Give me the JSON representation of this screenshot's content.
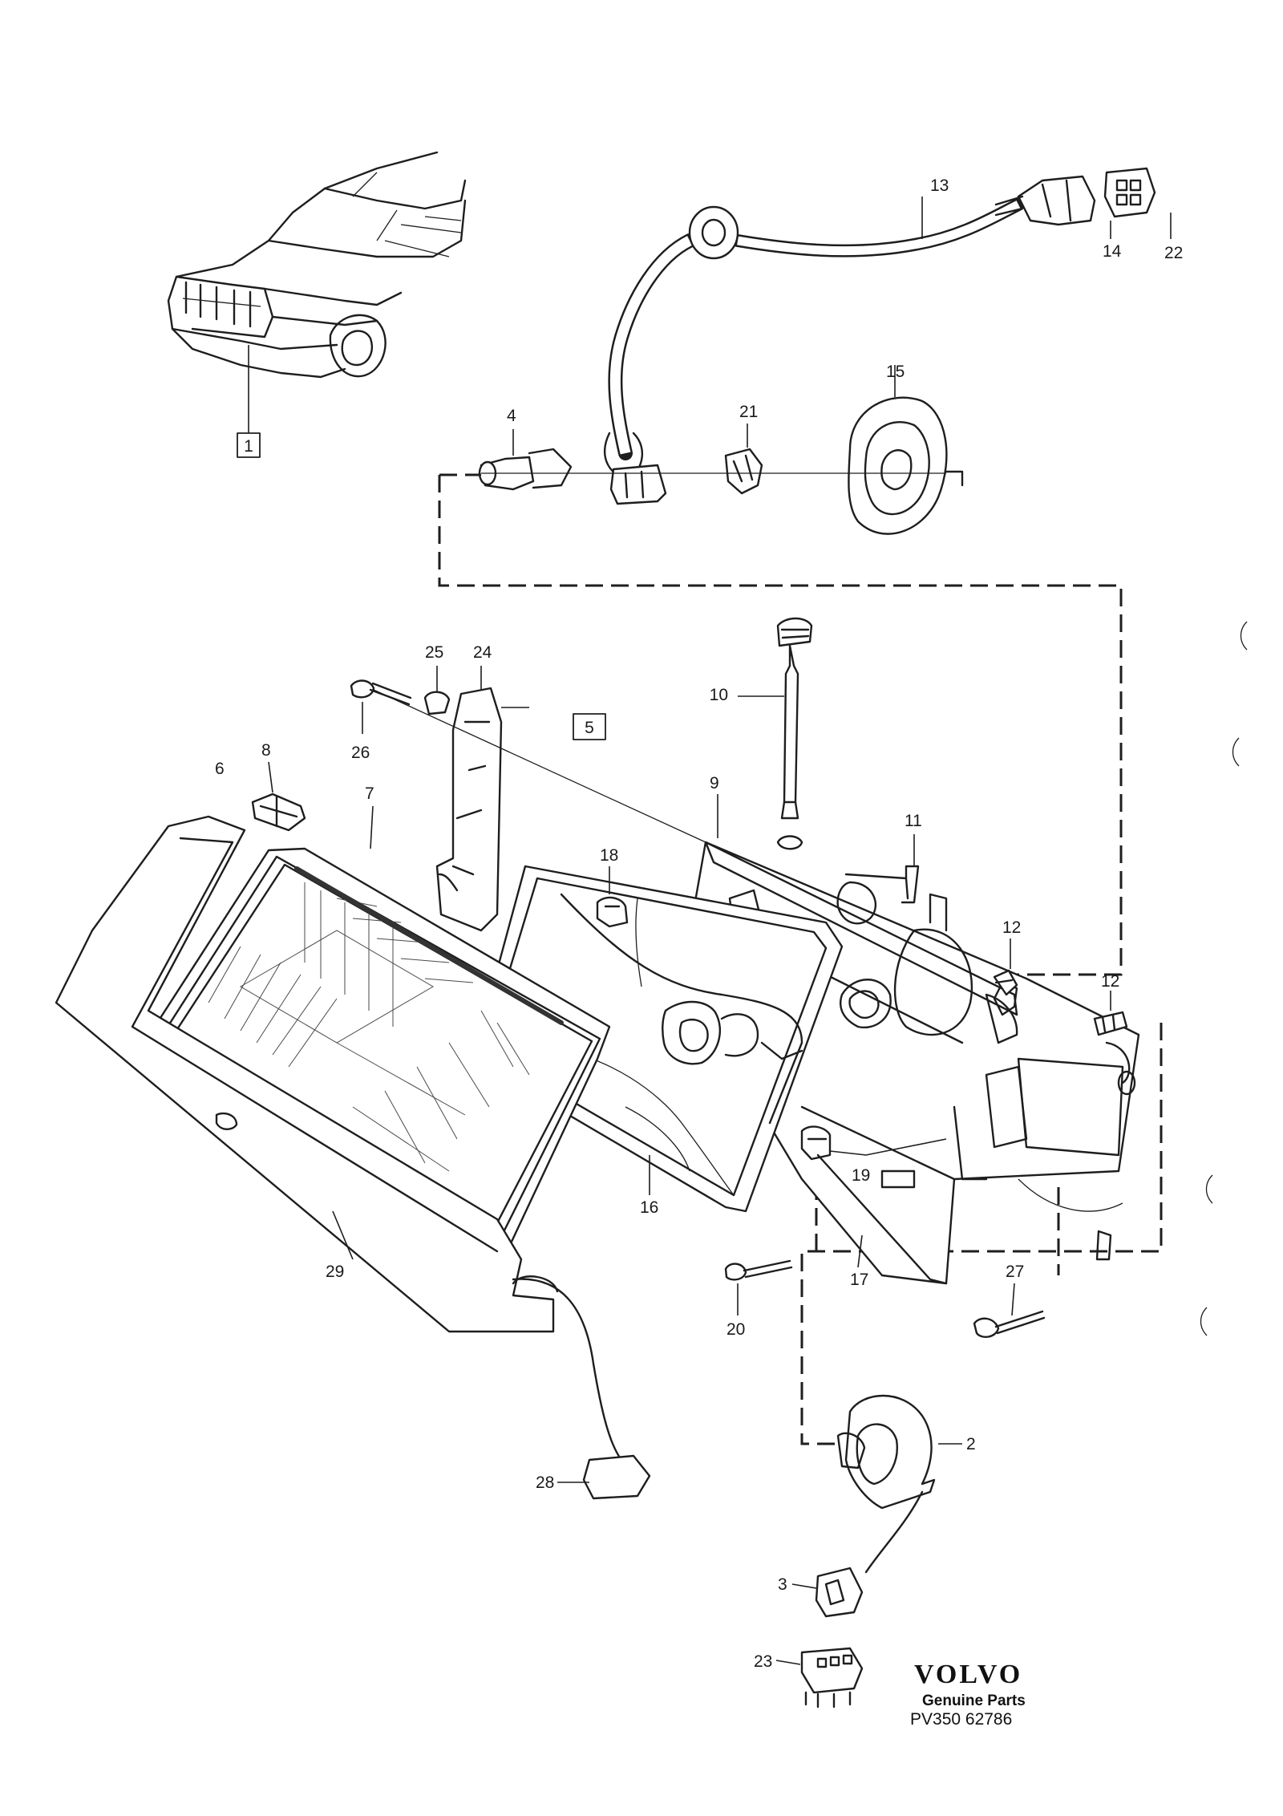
{
  "boxed_refs": {
    "ref_1": "1",
    "ref_5": "5"
  },
  "callouts": {
    "n2": "2",
    "n3": "3",
    "n4": "4",
    "n6": "6",
    "n7": "7",
    "n8": "8",
    "n9": "9",
    "n10": "10",
    "n11": "11",
    "n12a": "12",
    "n12b": "12",
    "n13": "13",
    "n14": "14",
    "n15": "15",
    "n16": "16",
    "n17": "17",
    "n18": "18",
    "n19": "19",
    "n20": "20",
    "n21": "21",
    "n22": "22",
    "n23": "23",
    "n24": "24",
    "n25": "25",
    "n26": "26",
    "n27": "27",
    "n28": "28",
    "n29": "29"
  },
  "branding": {
    "logo": "VOLVO",
    "tagline": "Genuine Parts",
    "code": "PV350 62786"
  }
}
